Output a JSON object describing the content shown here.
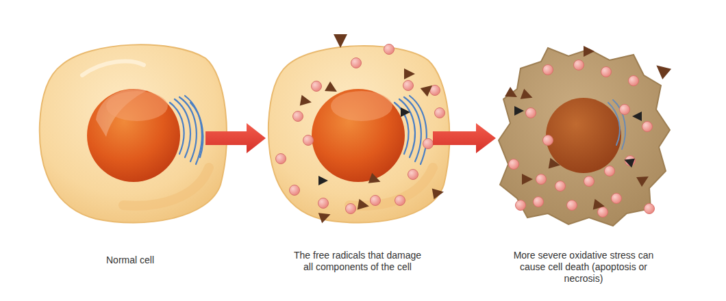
{
  "diagram": {
    "labels": [
      "Normal cell",
      "The free radicals that damage all components of the cell",
      "More severe oxidative stress can cause cell death (apoptosis or necrosis)"
    ]
  }
}
